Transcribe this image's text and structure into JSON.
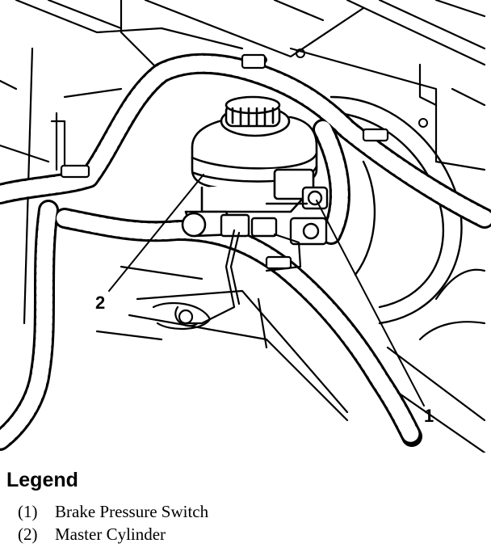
{
  "figure": {
    "callouts": [
      {
        "label": "1",
        "part": "Brake Pressure Switch"
      },
      {
        "label": "2",
        "part": "Master Cylinder"
      }
    ]
  },
  "legend": {
    "title": "Legend",
    "items": [
      {
        "num": "(1)",
        "text": "Brake Pressure Switch"
      },
      {
        "num": "(2)",
        "text": "Master Cylinder"
      }
    ]
  }
}
